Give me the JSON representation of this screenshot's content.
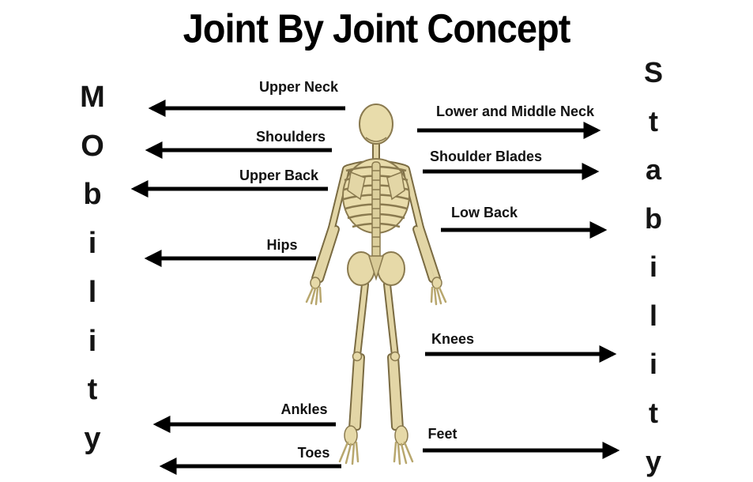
{
  "title": "Joint By Joint Concept",
  "colors": {
    "arrow": "#000000",
    "text": "#111111",
    "bone_fill": "#e6d9a8",
    "bone_outline": "#8a7a4f",
    "background": "#ffffff"
  },
  "mobility": {
    "word": "Mobility",
    "letters": [
      "M",
      "O",
      "b",
      "i",
      "l",
      "i",
      "t",
      "y"
    ],
    "items": [
      "Upper Neck",
      "Shoulders",
      "Upper Back",
      "Hips",
      "Ankles",
      "Toes"
    ]
  },
  "stability": {
    "word": "Stability",
    "letters": [
      "S",
      "t",
      "a",
      "b",
      "i",
      "l",
      "i",
      "t",
      "y"
    ],
    "items": [
      "Lower and Middle Neck",
      "Shoulder Blades",
      "Low Back",
      "Knees",
      "Feet"
    ]
  },
  "illustration": "rear-view human skeleton"
}
